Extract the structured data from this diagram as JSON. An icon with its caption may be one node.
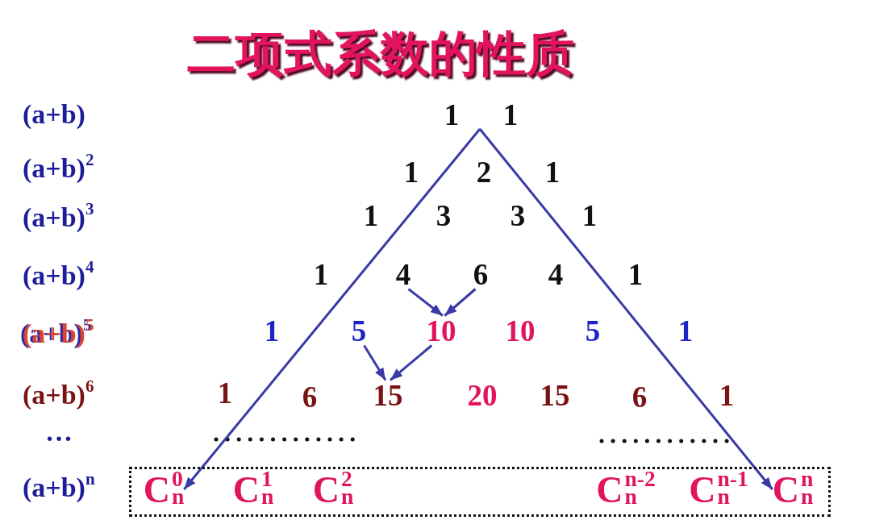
{
  "diagram": {
    "title": "二项式系数的性质",
    "nodes": [
      {
        "text": [
          "4"
        ]
      },
      {
        "text": [
          "6"
        ]
      },
      {
        "text": [
          "5"
        ]
      },
      {
        "text": [
          "10"
        ]
      },
      {
        "text": [
          "15"
        ]
      },
      {
        "text": [
          "C$^{1}$$_{n}$",
          "C$^{2}$$_{n}$",
          "C$^{n-2}$$_{n}$",
          "C$^{n-1}$$_{n}$"
        ]
      },
      {
        "text": [
          "C$^{0}$$_{n}$"
        ],
        "in": 5
      },
      {
        "text": [
          "C$^{n}$$_{n}$"
        ],
        "in": 5
      }
    ],
    "edges": [
      {
        "from": 0,
        "to": 3,
        "arrow": "to"
      },
      {
        "from": 1,
        "to": 3,
        "arrow": "to"
      },
      {
        "from": 2,
        "to": 4,
        "arrow": "to"
      },
      {
        "from": 3,
        "to": 4,
        "arrow": "to"
      },
      {
        "from": null,
        "to": 6,
        "arrow": "to"
      },
      {
        "from": null,
        "to": 7,
        "arrow": "to"
      }
    ],
    "labels": [
      "(a+b)",
      "1",
      "1",
      "(a+b)$^{2}$",
      "1",
      "2",
      "1",
      "(a+b)$^{3}$",
      "1",
      "3",
      "3",
      "1",
      "(a+b)$^{4}$",
      "1",
      "4",
      "1",
      "(a+b)$^{5}$",
      "1",
      "10",
      "5",
      "1",
      "(a+b)$^{6}$",
      "1",
      "6",
      "20",
      "15",
      "6",
      "1",
      "…",
      "(a+b)$^{n}$"
    ]
  }
}
